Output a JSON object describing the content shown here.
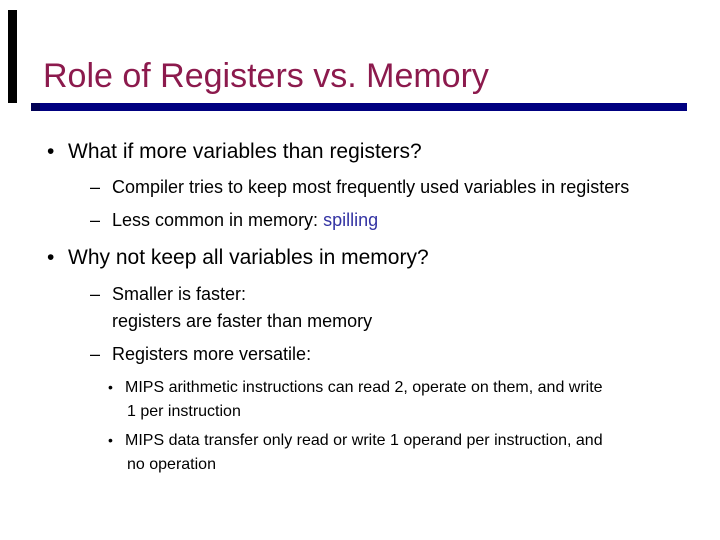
{
  "slide": {
    "title": "Role of Registers vs. Memory",
    "colors": {
      "title_text": "#8C1A4D",
      "rule": "#000080",
      "body_text": "#000000",
      "highlight_text": "#3333A3",
      "edge_bar": "#000000",
      "background": "#FFFFFF"
    },
    "markers": {
      "bullet_main": "•",
      "dash_sub": "–",
      "bullet_small": "•"
    },
    "bullets": {
      "b1": {
        "text": "What if more variables than registers?"
      },
      "b1_sub1": {
        "text": "Compiler tries to keep most frequently used variables in registers"
      },
      "b1_sub2": {
        "prefix": "Less common in memory: ",
        "highlight": "spilling"
      },
      "b2": {
        "text": "Why not keep all variables in memory?"
      },
      "b2_sub1": {
        "line1": "Smaller is faster:",
        "line2": "registers are faster than memory"
      },
      "b2_sub2": {
        "text": "Registers more versatile:"
      },
      "b2_sub2_a": {
        "line1": "MIPS arithmetic instructions can read 2, operate on them, and write",
        "line2": "1 per instruction"
      },
      "b2_sub2_b": {
        "line1": "MIPS data transfer only read or write 1 operand per instruction, and",
        "line2": "no operation"
      }
    }
  }
}
